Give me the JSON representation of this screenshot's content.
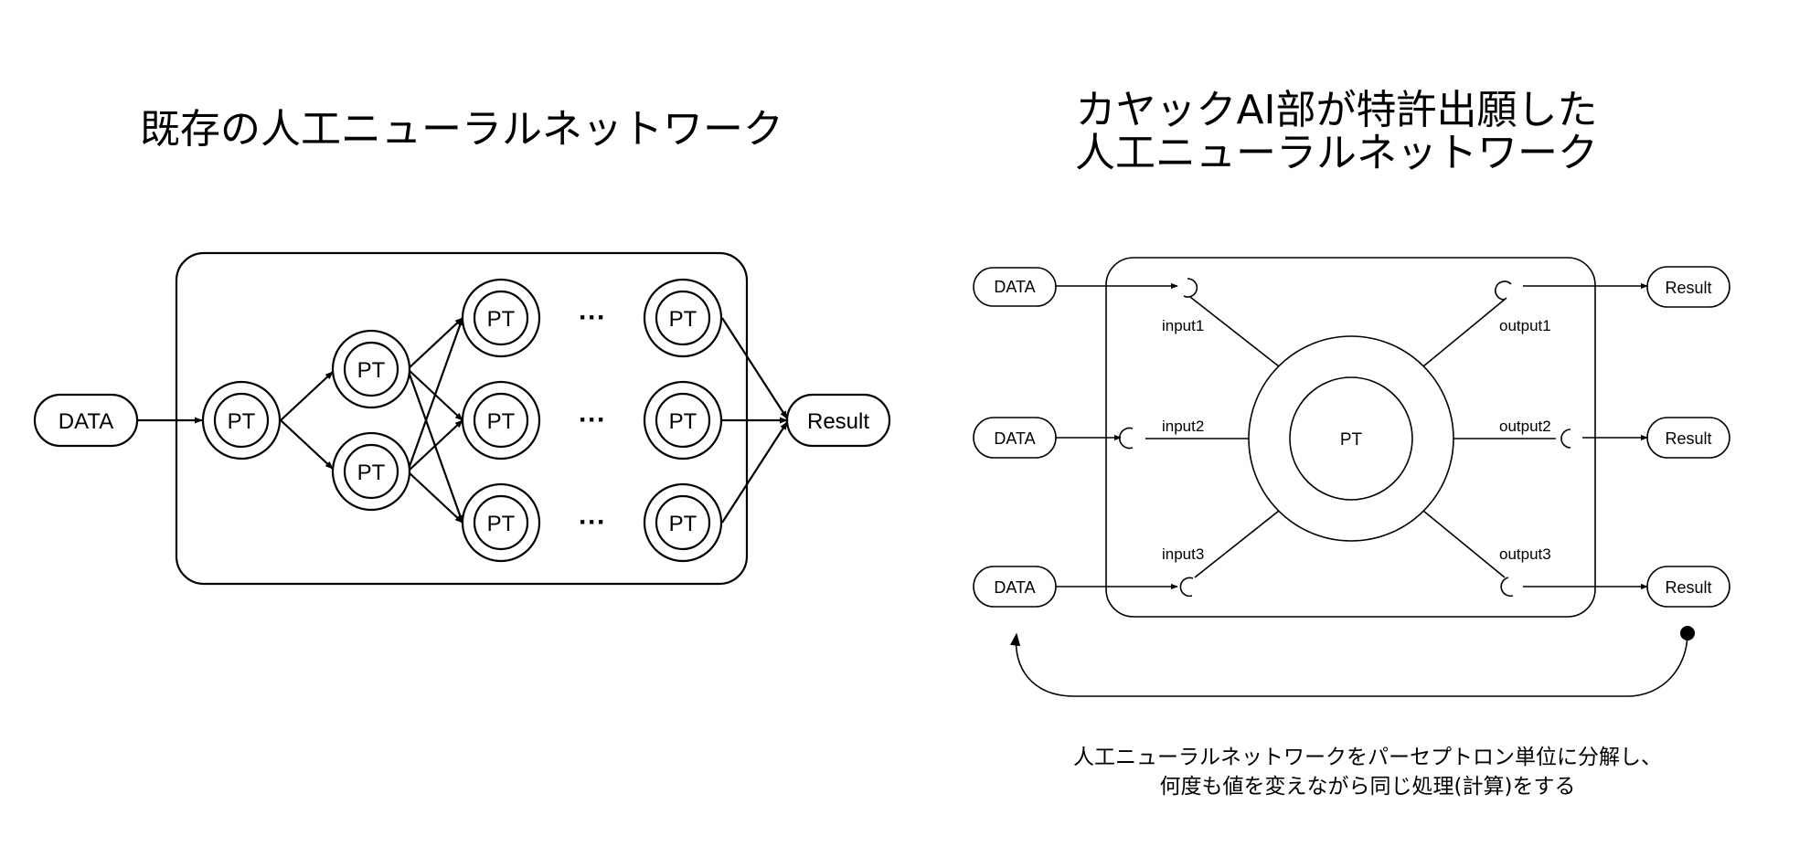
{
  "left_title": "既存の人工ニューラルネットワーク",
  "right_title_line1": "カヤックAI部が特許出願した",
  "right_title_line2": "人工ニューラルネットワーク",
  "left_diagram": {
    "data_label": "DATA",
    "node_label": "PT",
    "ellipsis": "···",
    "result_label": "Result"
  },
  "right_diagram": {
    "data_label": "DATA",
    "center_label": "PT",
    "result_label": "Result",
    "inputs": [
      "input1",
      "input2",
      "input3"
    ],
    "outputs": [
      "output1",
      "output2",
      "output3"
    ]
  },
  "caption_line1": "人工ニューラルネットワークをパーセプトロン単位に分解し、",
  "caption_line2": "何度も値を変えながら同じ処理(計算)をする"
}
